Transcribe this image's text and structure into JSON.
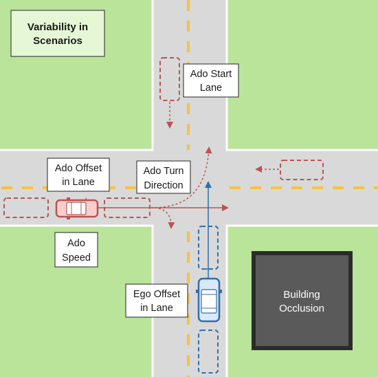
{
  "title": {
    "line1": "Variability in",
    "line2": "Scenarios"
  },
  "labels": {
    "ado_start_lane": {
      "line1": "Ado Start",
      "line2": "Lane"
    },
    "ado_offset_in_lane": {
      "line1": "Ado Offset",
      "line2": "in Lane"
    },
    "ado_turn_direction": {
      "line1": "Ado Turn",
      "line2": "Direction"
    },
    "ado_speed": {
      "line1": "Ado",
      "line2": "Speed"
    },
    "ego_offset_in_lane": {
      "line1": "Ego Offset",
      "line2": "in Lane"
    },
    "building_occlusion": {
      "line1": "Building",
      "line2": "Occlusion"
    }
  },
  "colors": {
    "grass": "#b9e49a",
    "road": "#d9d9d9",
    "curb": "#ffffff",
    "lane_marking": "#f5c242",
    "ado": "#b85450",
    "ado_fill": "#f8cecc",
    "ego": "#2f6ea8",
    "ego_fill": "#dae8fc",
    "building": "#5a5a5a",
    "building_border": "#2b2b2b",
    "label_bg": "#ffffff",
    "title_bg": "#e6f7d6"
  }
}
